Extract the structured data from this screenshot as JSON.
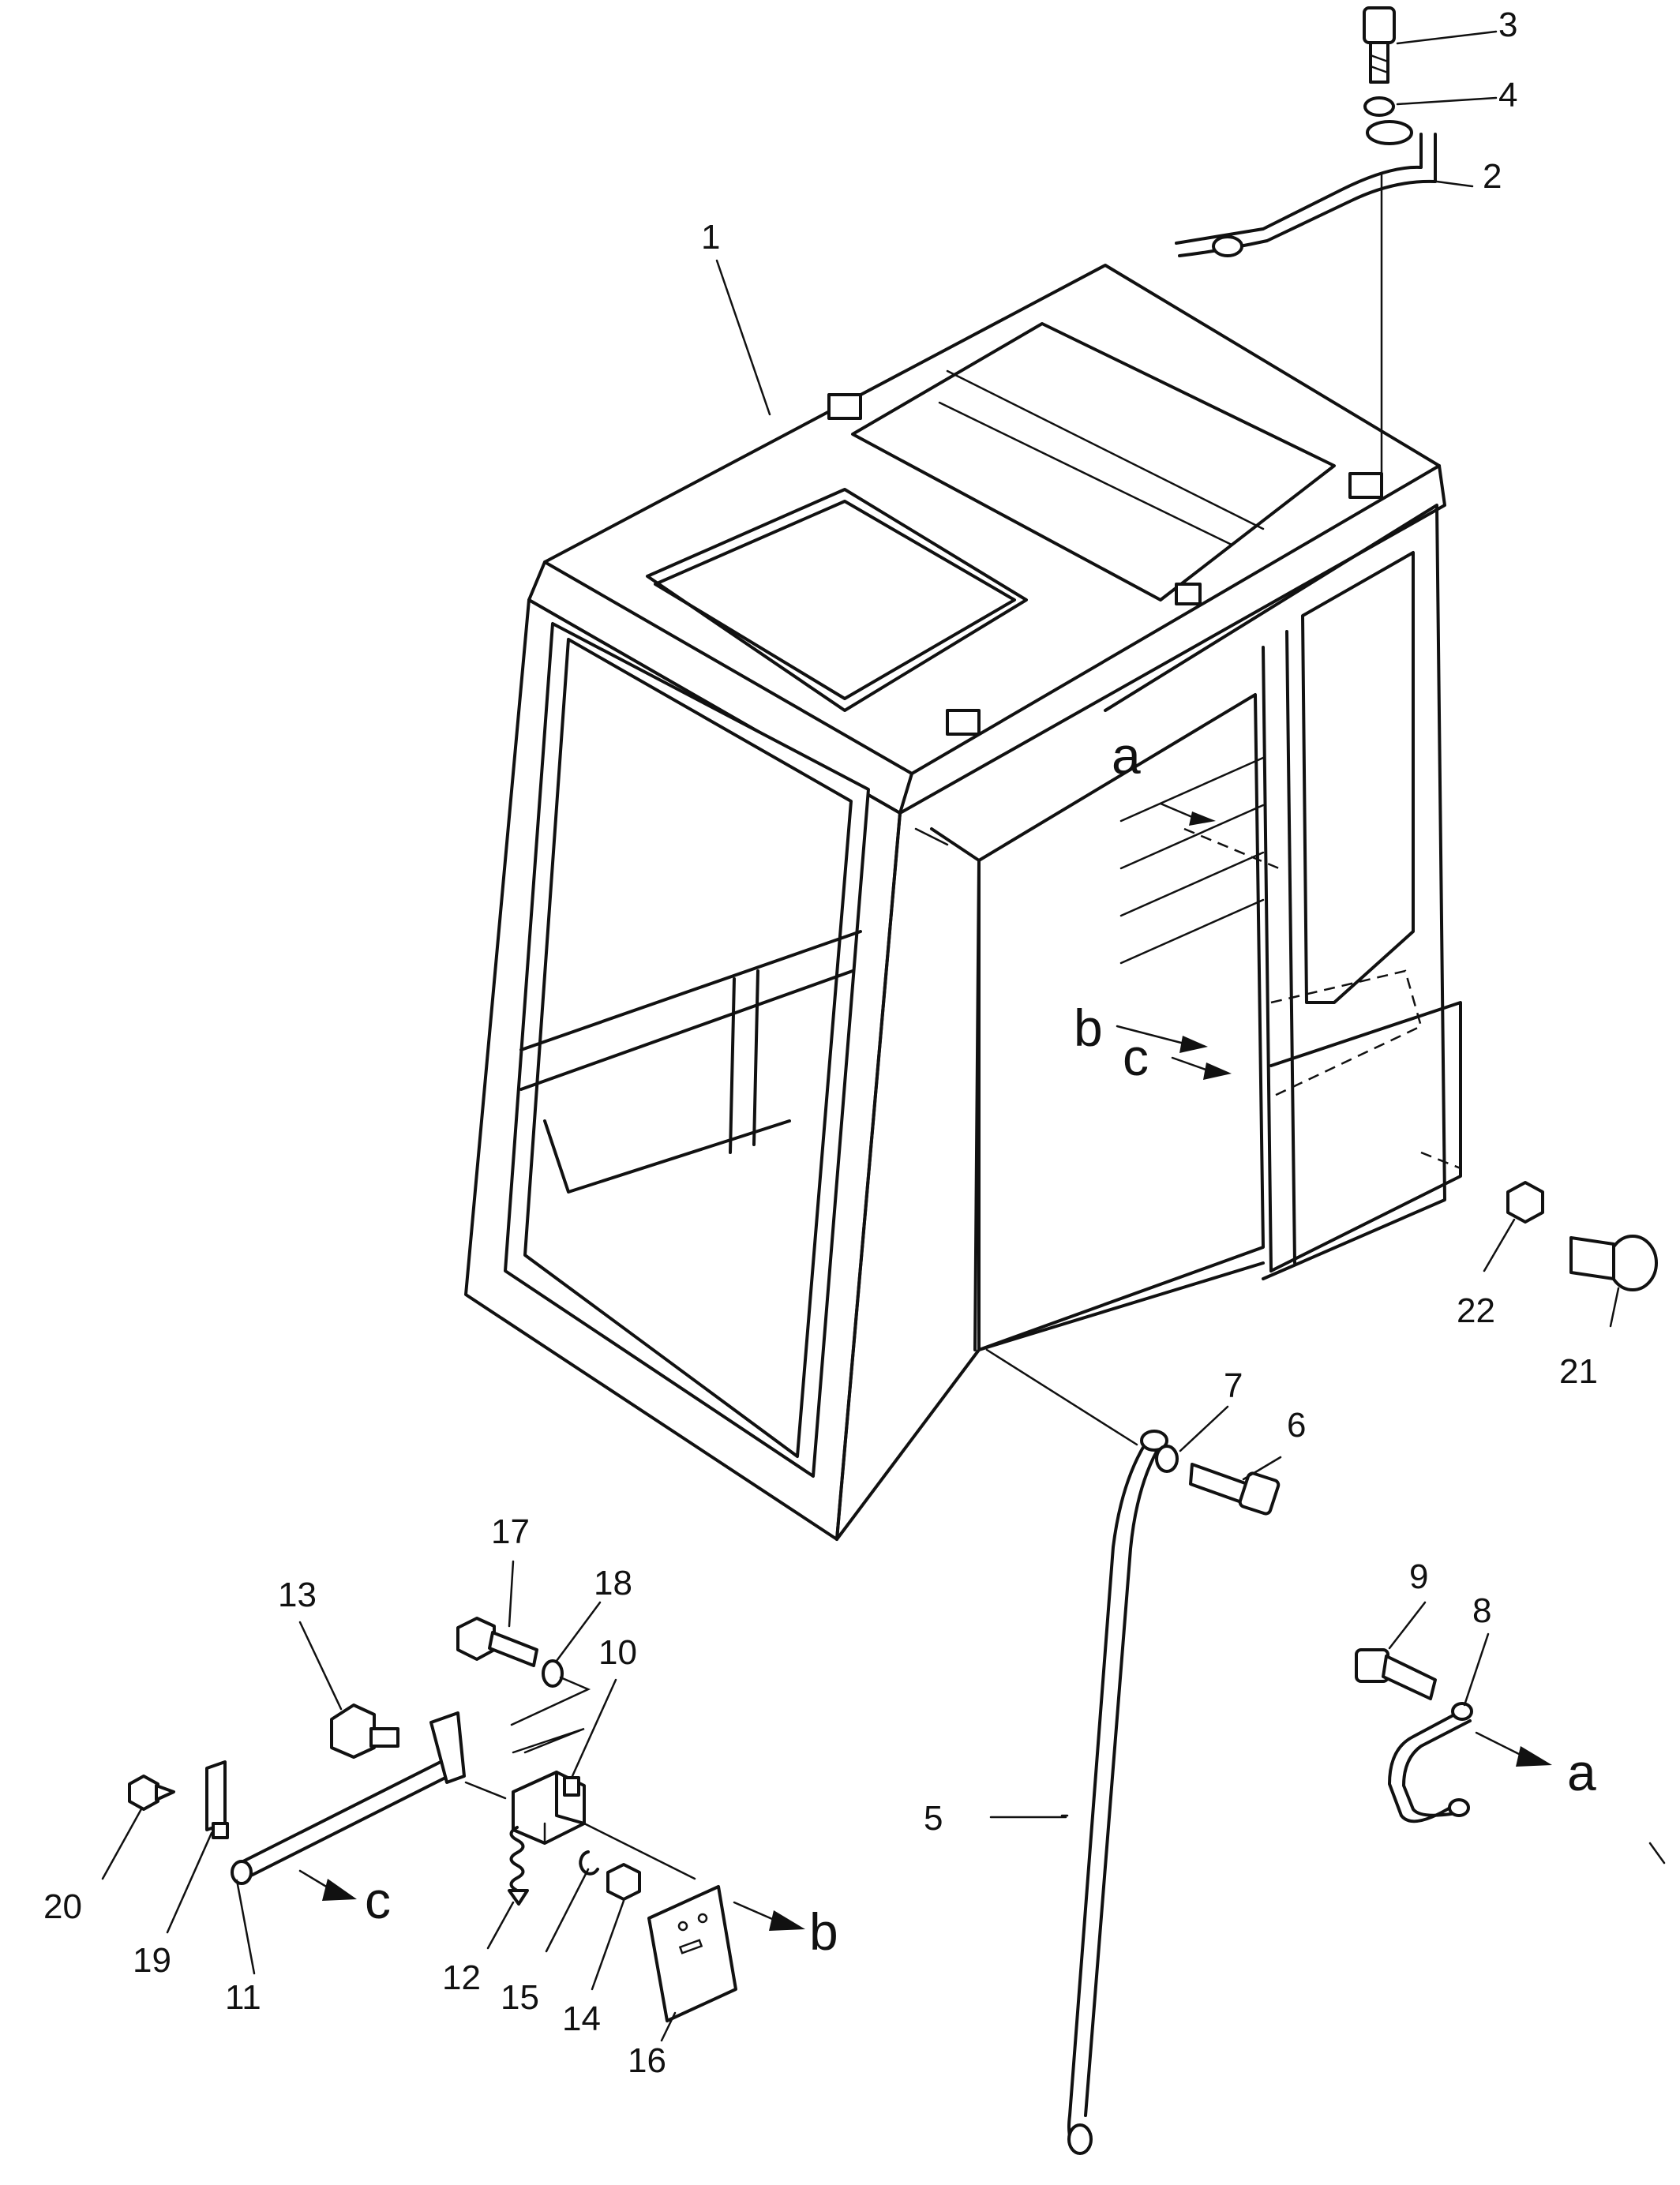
{
  "diagram": {
    "part_numbers": [
      "1",
      "2",
      "3",
      "4",
      "5",
      "6",
      "7",
      "8",
      "9",
      "10",
      "11",
      "12",
      "13",
      "14",
      "15",
      "16",
      "17",
      "18",
      "19",
      "20",
      "21",
      "22"
    ],
    "view_refs": [
      "a",
      "b",
      "c"
    ]
  }
}
